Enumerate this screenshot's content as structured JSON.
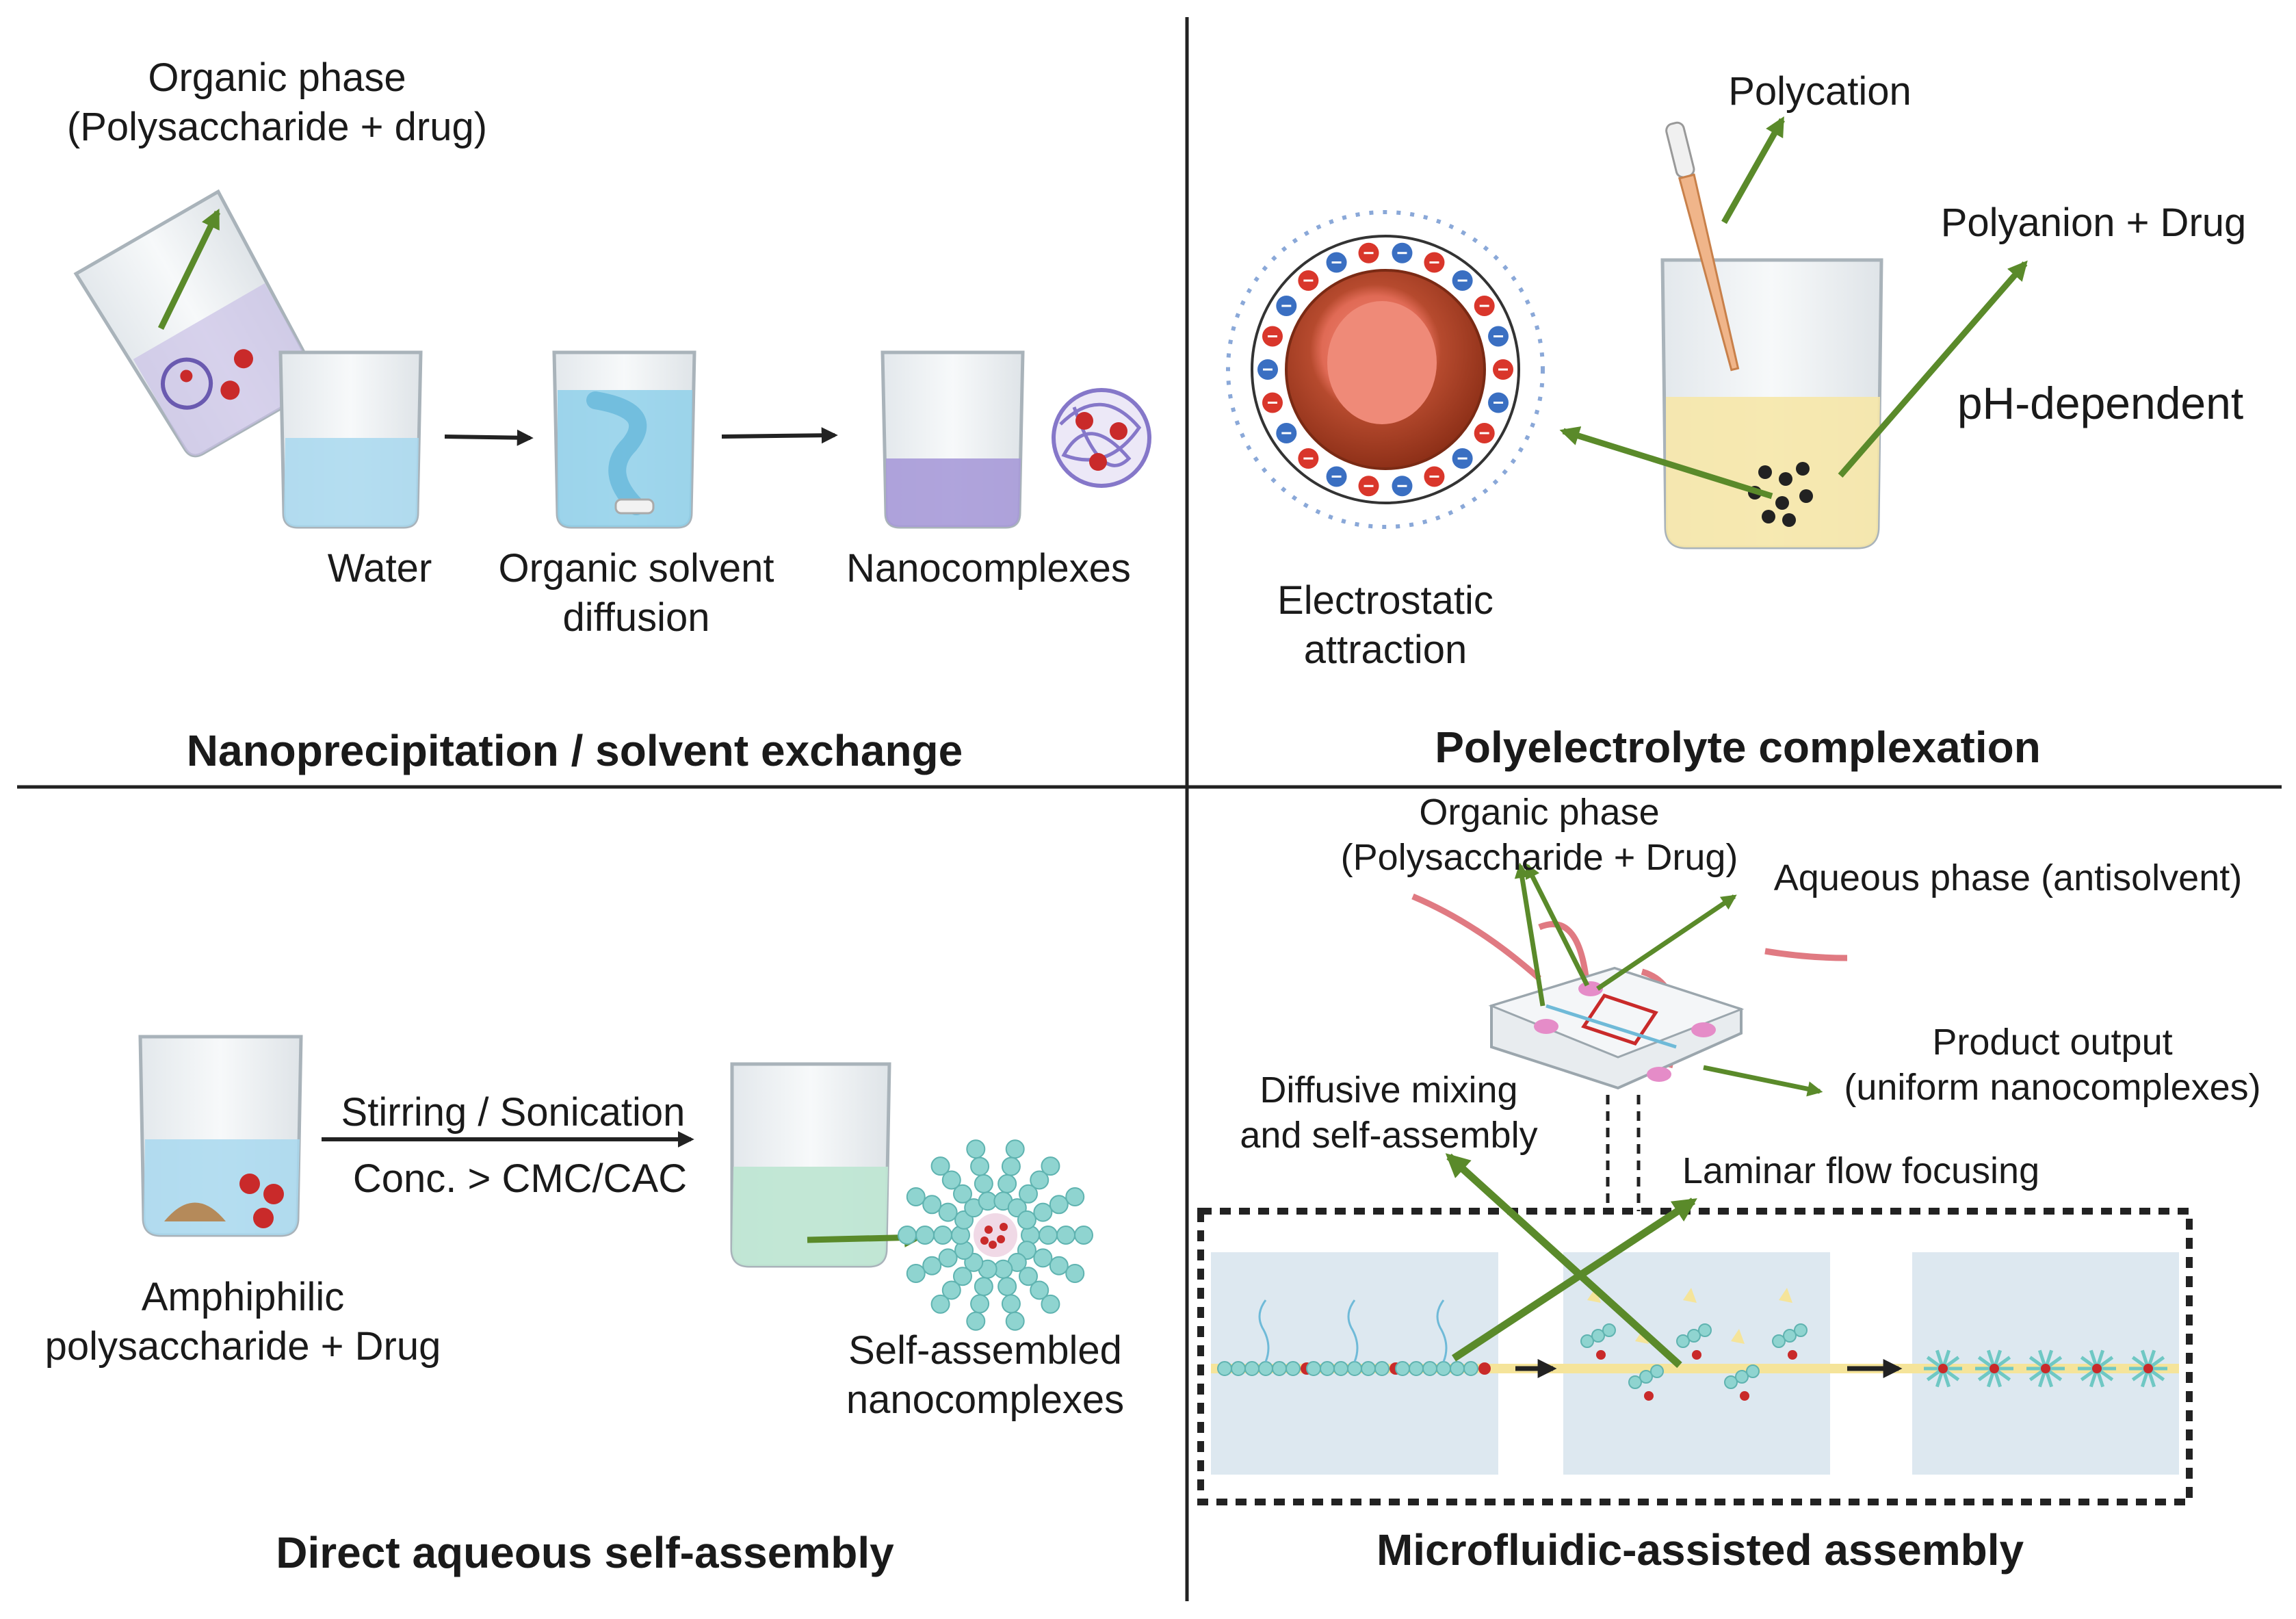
{
  "quadrants": {
    "nanoprecipitation": {
      "title": "Nanoprecipitation / solvent exchange",
      "organic_phase_line1": "Organic phase",
      "organic_phase_line2": "(Polysaccharide + drug)",
      "water_label": "Water",
      "diffusion_line1": "Organic solvent",
      "diffusion_line2": "diffusion",
      "product_label": "Nanocomplexes"
    },
    "polyelectrolyte": {
      "title": "Polyelectrolyte complexation",
      "polycation_label": "Polycation",
      "polyanion_label": "Polyanion  + Drug",
      "ph_label": "pH-dependent",
      "attraction_line1": "Electrostatic",
      "attraction_line2": "attraction"
    },
    "self_assembly": {
      "title": "Direct aqueous self-assembly",
      "process_label": "Stirring / Sonication",
      "condition_label": "Conc. > CMC/CAC",
      "input_line1": "Amphiphilic",
      "input_line2": "polysaccharide + Drug",
      "output_line1": "Self-assembled",
      "output_line2": "nanocomplexes"
    },
    "microfluidic": {
      "title": "Microfluidic-assisted assembly",
      "organic_line1": "Organic phase",
      "organic_line2": "(Polysaccharide + Drug)",
      "aqueous_label": "Aqueous phase (antisolvent)",
      "output_line1": "Product output",
      "output_line2": "(uniform nanocomplexes)",
      "mixing_line1": "Diffusive mixing",
      "mixing_line2": "and self-assembly",
      "laminar_label": "Laminar flow focusing"
    }
  },
  "colors": {
    "arrow_green": "#5a8a2a",
    "water_blue": "#a8d8ef",
    "purple_liquid": "#a79ad8",
    "green_liquid": "#bfe6d3",
    "yellow_liquid": "#f6e7a8",
    "particle_red": "#c92a2a",
    "cyan_bead": "#8fd4d0",
    "core_orange": "#b84a2a"
  }
}
